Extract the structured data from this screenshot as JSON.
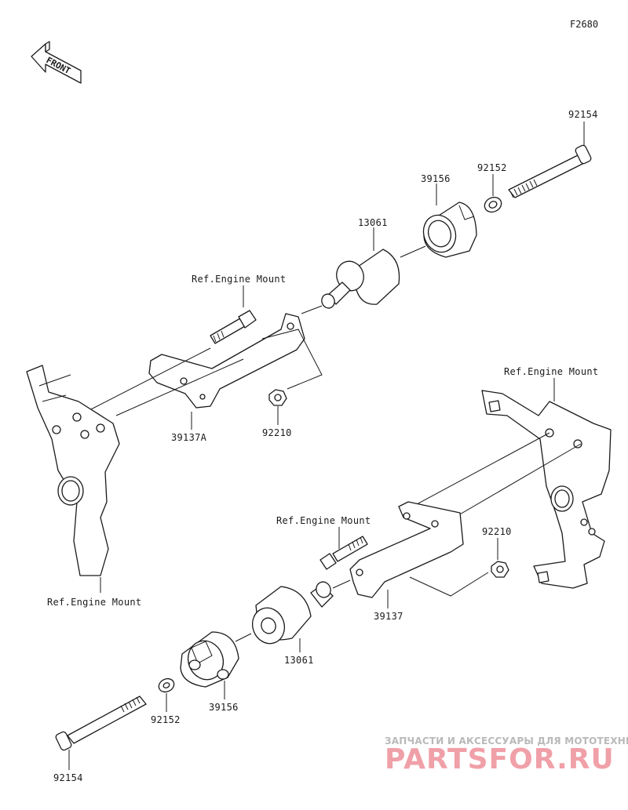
{
  "figure_id": "F2680",
  "front_label": "FRONT",
  "labels": {
    "bolt_top": "92154",
    "washer_top": "92152",
    "slider_top": "39156",
    "spacer_top": "13061",
    "ref_engine_mount_1": "Ref.Engine Mount",
    "bracket_left": "39137A",
    "nut_left": "92210",
    "ref_engine_mount_2": "Ref.Engine Mount",
    "ref_engine_mount_3": "Ref.Engine Mount",
    "ref_engine_mount_4": "Ref.Engine Mount",
    "nut_right": "92210",
    "bracket_right": "39137",
    "spacer_bottom": "13061",
    "slider_bottom": "39156",
    "washer_bottom": "92152",
    "bolt_bottom": "92154"
  },
  "watermark": {
    "line1": "ЗАПЧАСТИ И АКСЕССУАРЫ ДЛЯ МОТОТЕХНИКИ",
    "line2": "PARTSFOR.RU"
  },
  "colors": {
    "ink": "#1a1a1a",
    "background": "#ffffff",
    "watermark_grey": "#b9b9b9",
    "watermark_pink": "#f0a0a8"
  }
}
